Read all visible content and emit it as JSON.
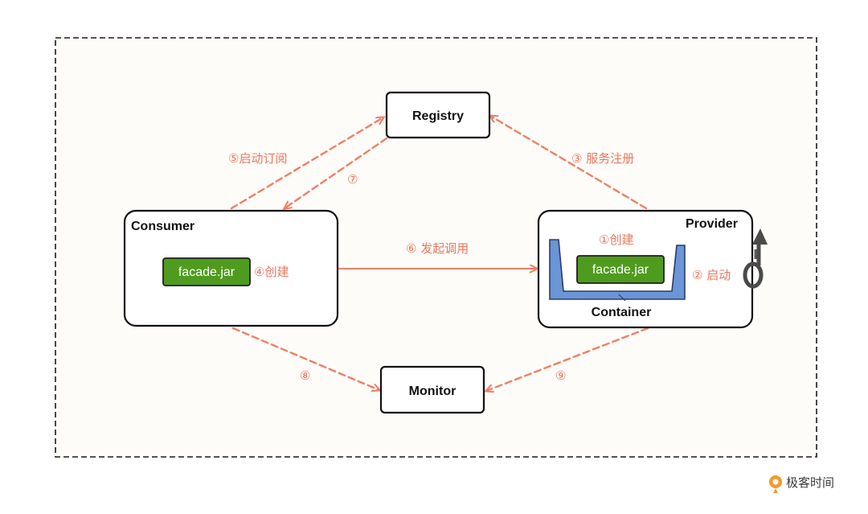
{
  "nodes": {
    "registry": "Registry",
    "consumer": "Consumer",
    "provider": "Provider",
    "monitor": "Monitor",
    "container": "Container"
  },
  "jars": {
    "consumer_jar": "facade.jar",
    "provider_jar": "facade.jar"
  },
  "steps": {
    "s1": "①创建",
    "s2": "② 启动",
    "s3": "③ 服务注册",
    "s4": "④创建",
    "s5": "⑤启动订阅",
    "s6": "⑥ 发起调用",
    "s7": "⑦",
    "s8": "⑧",
    "s9": "⑨"
  },
  "brand": {
    "name": "极客时间",
    "icon": "geektime-logo-icon"
  },
  "colors": {
    "arrow": "#ee7f64",
    "step_text": "#e8785e",
    "jar_fill": "#4f9b1e",
    "container_fill": "#6a95d6",
    "background": "#fefcf9",
    "frame_border": "#1a1a1a"
  }
}
